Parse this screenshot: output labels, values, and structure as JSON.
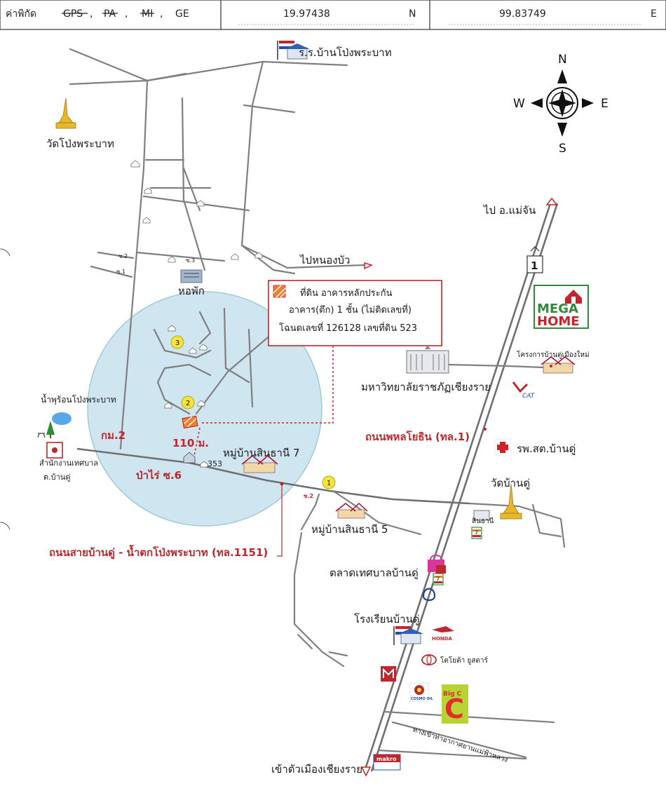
{
  "header": {
    "coord_label": "ค่าพิกัด",
    "options": [
      "GPS",
      "PA",
      "MI",
      "GE"
    ],
    "struck_options": [
      "GPS",
      "PA",
      "MI"
    ],
    "active_option": "GE",
    "separator": ",",
    "latitude": "19.97438",
    "lat_dir": "N",
    "longitude": "99.83749",
    "lon_dir": "E"
  },
  "compass": {
    "n": "N",
    "s": "S",
    "e": "E",
    "w": "W"
  },
  "info_box": {
    "line1": "ที่ดิน อาคารหลักประกัน",
    "line2": "อาคาร(ตึก) 1 ชั้น (ไม่ติดเลขที่)",
    "line3": "โฉนดเลขที่ 126128 เลขที่ดิน 523"
  },
  "labels": {
    "school_top": "ร.ร.บ้านโป่งพระบาท",
    "temple_top": "วัดโป่งพระบาท",
    "to_nong_bua": "ไปหนองบัว",
    "dorm": "หอพัก",
    "to_mae_chan": "ไป อ.แม่จัน",
    "mega_home_1": "MEGA",
    "mega_home_2": "HOME",
    "housing_project": "โครงการบ้านดู่เมืองใหม่",
    "university": "มหาวิทยาลัยราชภัฏเชียงราย",
    "cat": "CAT",
    "phahonyothin_road": "ถนนพหลโยธิน (ทล.1)",
    "health_center": "รพ.สต.บ้านดู่",
    "hot_spring": "น้ำพุร้อนโป่งพระบาท",
    "km2": "กม.2",
    "municipal_office_1": "สำนักงานเทศบาล",
    "municipal_office_2": "ต.บ้านดู่",
    "distance": "110 ม.",
    "village7": "หมู่บ้านสินธานี 7",
    "house_no": "353",
    "pa_rai_soi": "ป่าไร่ ซ.6",
    "wat_ban_du": "วัดบ้านดู่",
    "village5": "หมู่บ้านสินธานี 5",
    "sinthani": "สินธานี",
    "main_road": "ถนนสายบ้านดู่ - น้ำตกโป่งพระบาท (ทล.1151)",
    "market": "ตลาดเทศบาลบ้านดู่",
    "school_ban_du": "โรงเรียนบ้านดู่",
    "toyota": "โตโยต้า ยูสตาร์",
    "honda": "HONDA",
    "cosmo_oil": "COSMO OIL",
    "big_c": "Big C",
    "airport_road": "ทางเข้าท่าอากาศยานแม่ฟ้าหลวง",
    "makro": "makro",
    "to_city": "เข้าตัวเมืองเชียงราย",
    "soi2_top": "ซ.2",
    "soi1": "ซ.1",
    "soi3": "ซ.3",
    "soi2_east": "ซ.2",
    "hwy1": "1",
    "marker1": "1",
    "marker2": "2",
    "marker3": "3"
  },
  "colors": {
    "circle_fill": "#cfe6f1",
    "circle_stroke": "#9ec9dc",
    "accent_red": "#c0262d",
    "plot_orange": "#f07f2c",
    "marker_yellow": "#f4e33a",
    "mega_green": "#2f8a3a"
  }
}
